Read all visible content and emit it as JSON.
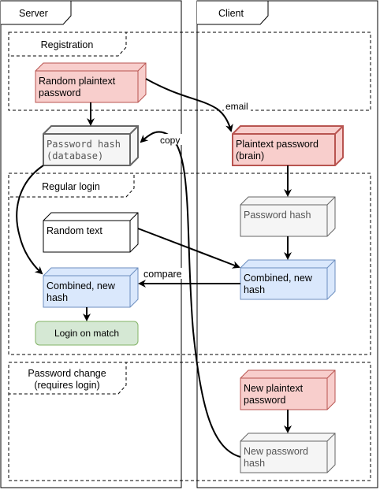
{
  "swimlanes": {
    "server": "Server",
    "client": "Client"
  },
  "groups": {
    "registration": "Registration",
    "regular_login": "Regular login",
    "password_change_line1": "Password change",
    "password_change_line2": "(requires login)"
  },
  "nodes": {
    "random_plaintext": [
      "Random plaintext",
      "password"
    ],
    "password_hash_db": [
      "Password hash",
      "(database)"
    ],
    "plaintext_brain": [
      "Plaintext password",
      "(brain)"
    ],
    "random_text": "Random text",
    "password_hash_client": "Password hash",
    "combined_server": [
      "Combined, new",
      "hash"
    ],
    "combined_client": [
      "Combined, new",
      "hash"
    ],
    "login_on_match": "Login on match",
    "new_plaintext": [
      "New plaintext",
      "password"
    ],
    "new_password_hash": [
      "New password",
      "hash"
    ]
  },
  "edge_labels": {
    "email": "email",
    "copy": "copy",
    "compare": "compare"
  },
  "colors": {
    "red_fill": "#f8cecc",
    "red_stroke": "#b85450",
    "gray_fill": "#f5f5f5",
    "gray_stroke": "#666666",
    "blue_fill": "#dae8fc",
    "blue_stroke": "#6c8ebf",
    "green_fill": "#d5e8d4",
    "green_stroke": "#82b366"
  }
}
